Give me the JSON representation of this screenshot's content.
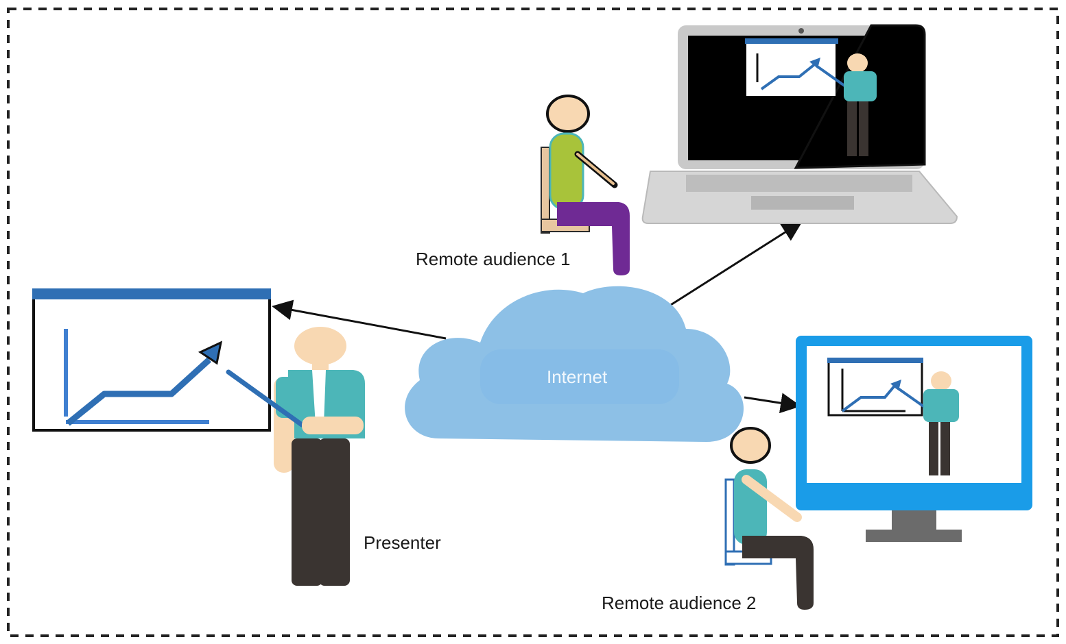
{
  "labels": {
    "presenter": "Presenter",
    "remote_audience_1": "Remote audience 1",
    "remote_audience_2": "Remote audience 2",
    "internet": "Internet"
  },
  "colors": {
    "border": "#222222",
    "arrow": "#111111",
    "cloud": "#8dc0e6",
    "cloud_inner": "#86bce7",
    "cloud_text": "#f2f8fd",
    "chart_blue": "#2f6fb4",
    "shirt_teal": "#4cb6b8",
    "shirt_green": "#a8c33a",
    "pants_purple": "#6f2a94",
    "pants_dark": "#3a3431",
    "skin": "#f8d8b2",
    "laptop_gray": "#c9c9c9",
    "monitor_blue": "#1a9ce8",
    "monitor_stand": "#6b6b6b"
  },
  "icons": [
    "whiteboard-chart-icon",
    "presenter-figure-icon",
    "cloud-icon",
    "laptop-icon",
    "monitor-icon",
    "seated-person-icon"
  ]
}
